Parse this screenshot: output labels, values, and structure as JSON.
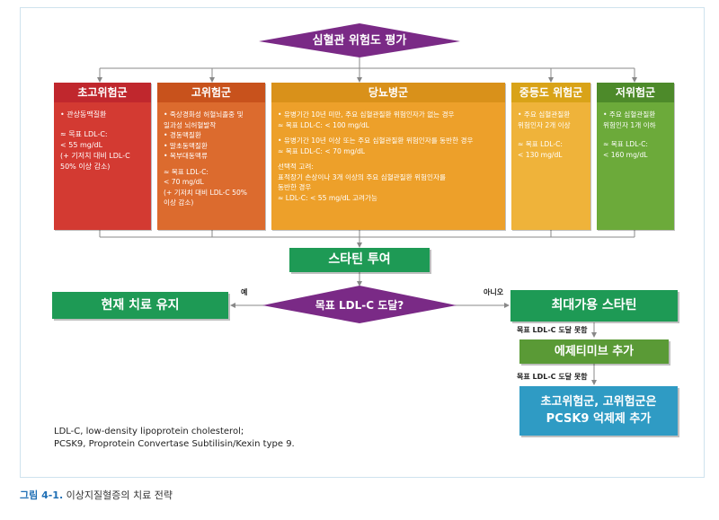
{
  "top": {
    "label": "심혈관 위험도 평가"
  },
  "columns": [
    {
      "title": "초고위험군",
      "items": [
        "• 관상동맥질환",
        "≈ 목표 LDL-C:\n< 55 mg/dL\n(+ 기저치 대비 LDL-C\n50% 이상 감소)"
      ]
    },
    {
      "title": "고위험군",
      "items": [
        "• 죽상경화성 허혈뇌졸중 및\n  일과성 뇌허혈발작",
        "• 경동맥질환",
        "• 말초동맥질환",
        "• 복부대동맥류",
        "≈ 목표 LDL-C:\n< 70 mg/dL\n(+ 기저치 대비 LDL-C 50%\n이상 감소)"
      ]
    },
    {
      "title": "당뇨병군",
      "items": [
        "• 유병기간 10년 미만, 주요 심혈관질환 위험인자가 없는 경우\n≈ 목표 LDL-C: < 100 mg/dL",
        "• 유병기간 10년 이상 또는 주요 심혈관질환 위험인자를 동반한 경우\n≈ 목표 LDL-C: < 70 mg/dL",
        "선택적 고려:\n표적장기 손상이나 3개 이상의 주요 심혈관질환 위험인자를\n동반한 경우\n≈  LDL-C: < 55 mg/dL 고려가능"
      ]
    },
    {
      "title": "중등도 위험군",
      "items": [
        "• 주요 심혈관질환\n  위험인자 2개 이상",
        "≈ 목표 LDL-C:\n< 130 mg/dL"
      ]
    },
    {
      "title": "저위험군",
      "items": [
        "• 주요 심혈관질환\n  위험인자 1개 이하",
        "≈ 목표 LDL-C:\n< 160 mg/dL"
      ]
    }
  ],
  "colors": {
    "purple": "#7a2a86",
    "col_headers": [
      "#c0272d",
      "#c8521c",
      "#d9911a",
      "#d9a318",
      "#4d8a2a"
    ],
    "col_bodies": [
      "#d33a32",
      "#dc6b2e",
      "#eda02a",
      "#efb33a",
      "#6caa3a"
    ],
    "green": "#1e9a55",
    "lgreen": "#5a9a36",
    "teal": "#2f9bc4"
  },
  "statin": "스타틴 투여",
  "decision": "목표 LDL-C 도달?",
  "yes": "예",
  "no": "아니오",
  "maintain": "현재 치료 유지",
  "max_statin": "최대가용 스타틴",
  "not_reached_1": "목표 LDL-C 도달 못함",
  "ezetimibe": "에제티미브 추가",
  "not_reached_2": "목표 LDL-C 도달 못함",
  "pcsk9": {
    "line1": "초고위험군, 고위험군은",
    "line2": "PCSK9 억제제 추가"
  },
  "footnote": {
    "line1": "LDL-C, low-density lipoprotein cholesterol;",
    "line2": "PCSK9, Proprotein Convertase Subtilisin/Kexin type 9."
  },
  "caption": {
    "label": "그림 4-1.",
    "text": " 이상지질혈증의 치료 전략"
  }
}
